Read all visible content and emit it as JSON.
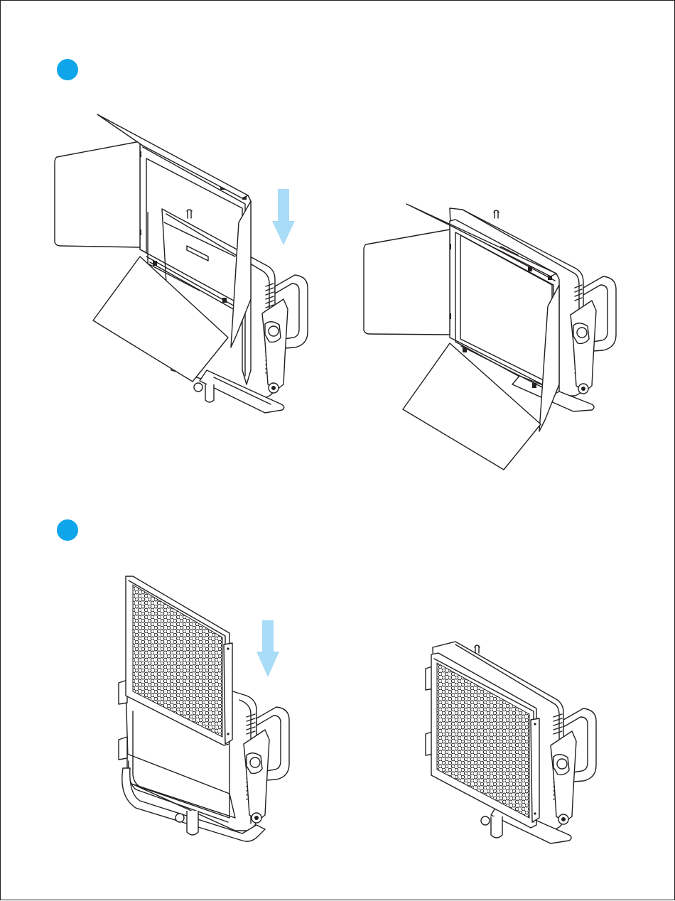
{
  "colors": {
    "step_marker": "#0ea5ea",
    "arrow": "#a9dcf6",
    "line": "#231f20",
    "background": "#ffffff"
  },
  "steps": [
    {
      "marker": "step-1",
      "illustrations": [
        "barndoor-attaching",
        "barndoor-attached"
      ],
      "direction_icon": "arrow-down-icon"
    },
    {
      "marker": "step-2",
      "illustrations": [
        "honeycomb-grid-attaching",
        "honeycomb-grid-attached"
      ],
      "direction_icon": "arrow-down-icon"
    }
  ]
}
